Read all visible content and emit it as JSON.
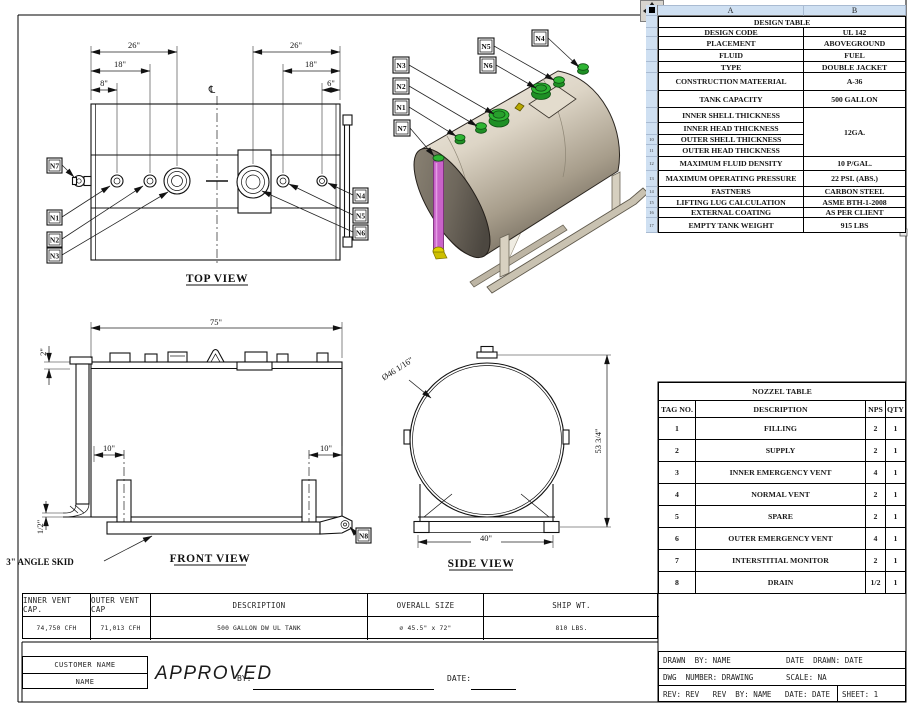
{
  "colors": {
    "table_header_fill": "#cfe0f2",
    "line": "#111111",
    "tank_body": "#d9d1c2",
    "tank_head": "#6e675c",
    "nozzle_green": "#2eb433",
    "pipe_purple": "#c963c9",
    "fitting_yellow": "#e0d200",
    "skid_tan": "#c9c2b1"
  },
  "design_table": {
    "col_a": "A",
    "col_b": "B",
    "title": "DESIGN TABLE",
    "thickness_value": "12GA.",
    "rows": [
      {
        "num": "",
        "label": "DESIGN CODE",
        "value": "UL 142"
      },
      {
        "num": "",
        "label": "PLACEMENT",
        "value": "ABOVEGROUND"
      },
      {
        "num": "",
        "label": "FLUID",
        "value": "FUEL"
      },
      {
        "num": "",
        "label": "TYPE",
        "value": "DOUBLE JACKET"
      },
      {
        "num": "",
        "label": "CONSTRUCTION MATEERIAL",
        "value": "A-36"
      },
      {
        "num": "",
        "label": "TANK CAPACITY",
        "value": "500 GALLON"
      },
      {
        "num": "",
        "label": "INNER SHELL THICKNESS",
        "value": ""
      },
      {
        "num": "",
        "label": "INNER HEAD THICKNESS",
        "value": ""
      },
      {
        "num": "10",
        "label": "OUTER SHELL THICKNESS",
        "value": ""
      },
      {
        "num": "11",
        "label": "OUTER  HEAD THICKNESS",
        "value": ""
      },
      {
        "num": "12",
        "label": "MAXIMUM FLUID DENSITY",
        "value": "10 P/GAL."
      },
      {
        "num": "13",
        "label": "MAXIMUM OPERATING PRESSURE",
        "value": "22 PSI. (ABS.)"
      },
      {
        "num": "14",
        "label": "FASTNERS",
        "value": "CARBON STEEL"
      },
      {
        "num": "15",
        "label": "LIFTING LUG CALCULATION",
        "value": "ASME BTH-1-2008"
      },
      {
        "num": "16",
        "label": "EXTERNAL COATING",
        "value": "AS PER CLIENT"
      },
      {
        "num": "17",
        "label": "EMPTY TANK WEIGHT",
        "value": "915 LBS"
      }
    ]
  },
  "nozzle_table": {
    "title": "NOZZEL TABLE",
    "headers": {
      "tag": "TAG NO.",
      "desc": "DESCRIPTION",
      "nps": "NPS",
      "qty": "QTY"
    },
    "rows": [
      {
        "tag": "1",
        "desc": "FILLING",
        "nps": "2",
        "qty": "1"
      },
      {
        "tag": "2",
        "desc": "SUPPLY",
        "nps": "2",
        "qty": "1"
      },
      {
        "tag": "3",
        "desc": "INNER EMERGENCY VENT",
        "nps": "4",
        "qty": "1"
      },
      {
        "tag": "4",
        "desc": "NORMAL VENT",
        "nps": "2",
        "qty": "1"
      },
      {
        "tag": "5",
        "desc": "SPARE",
        "nps": "2",
        "qty": "1"
      },
      {
        "tag": "6",
        "desc": "OUTER EMERGENCY VENT",
        "nps": "4",
        "qty": "1"
      },
      {
        "tag": "7",
        "desc": "INTERSTITIAL MONITOR",
        "nps": "2",
        "qty": "1"
      },
      {
        "tag": "8",
        "desc": "DRAIN",
        "nps": "1/2",
        "qty": "1"
      }
    ]
  },
  "spec_strip": {
    "headers": [
      "INNER VENT CAP.",
      "OUTER VENT CAP",
      "DESCRIPTION",
      "OVERALL SIZE",
      "SHIP WT."
    ],
    "values": [
      "74,750 CFH",
      "71,013 CFH",
      "500 GALLON DW UL TANK",
      "⌀ 45.5\" x 72\"",
      "810 LBS."
    ]
  },
  "customer_block": {
    "line1": "CUSTOMER NAME",
    "line2": "NAME"
  },
  "approval": {
    "stamp": "APPROVED",
    "by_label": "BY:",
    "date_label": "DATE:"
  },
  "title_block": {
    "drawn_by": "DRAWN  BY: NAME",
    "date_drawn": "DATE  DRAWN: DATE",
    "dwg_number": "DWG  NUMBER: DRAWING",
    "scale": "SCALE: NA",
    "rev_line": "REV: REV   REV  BY: NAME   DATE: DATE",
    "sheet": "SHEET: 1"
  },
  "views": {
    "top": {
      "title": "TOP VIEW",
      "centerline_symbol": "℄",
      "dim_26_left": "26\"",
      "dim_18_left": "18\"",
      "dim_8_left": "8\"",
      "dim_26_right": "26\"",
      "dim_18_right": "18\"",
      "dim_6_right": "6\"",
      "tags": {
        "n1": "N1",
        "n2": "N2",
        "n3": "N3",
        "n4": "N4",
        "n5": "N5",
        "n6": "N6",
        "n7": "N7"
      }
    },
    "front": {
      "title": "FRONT VIEW",
      "dim_75": "75\"",
      "dim_2": "2\"",
      "dim_10_left": "10\"",
      "dim_10_right": "10\"",
      "dim_half": "1/2\"",
      "skid_label": "3\" ANGLE SKID",
      "tag_n8": "N8"
    },
    "side": {
      "title": "SIDE VIEW",
      "dim_diameter": "Ø46 1/16\"",
      "dim_height": "53 3/4\"",
      "dim_width": "40\""
    },
    "iso": {
      "tags": {
        "n1": "N1",
        "n2": "N2",
        "n3": "N3",
        "n4": "N4",
        "n5": "N5",
        "n6": "N6",
        "n7": "N7"
      }
    }
  }
}
